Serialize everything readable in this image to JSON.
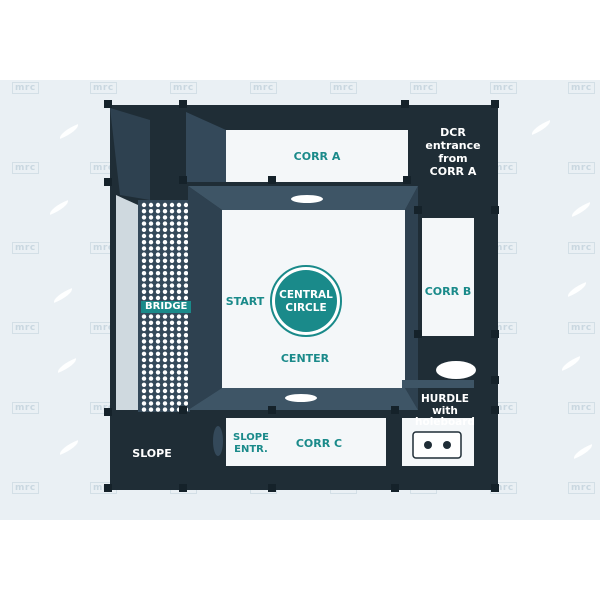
{
  "maze": {
    "corridor_a": "CORR A",
    "corridor_b": "CORR B",
    "corridor_c": "CORR C",
    "dcr_entrance": [
      "DCR",
      "entrance",
      "from",
      "CORR A"
    ],
    "start": "START",
    "central_circle": [
      "CENTRAL",
      "CIRCLE"
    ],
    "center": "CENTER",
    "bridge": "BRIDGE",
    "slope": "SLOPE",
    "slope_entrance": [
      "SLOPE",
      "ENTR."
    ],
    "hurdle": [
      "HURDLE",
      "with",
      "holeboard"
    ]
  },
  "watermark": "mrc",
  "colors": {
    "wall_dark": "#1f2d36",
    "wall_mid": "#34495a",
    "floor": "#f4f7f9",
    "accent": "#1a8a8a"
  }
}
